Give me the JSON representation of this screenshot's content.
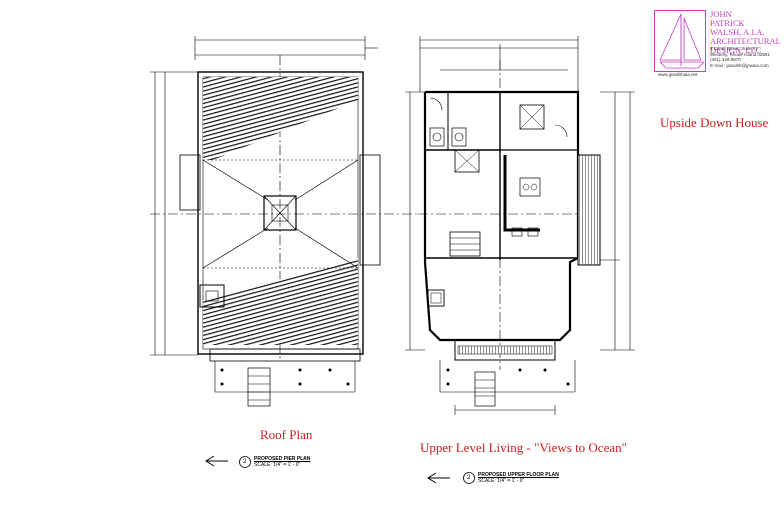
{
  "logo": {
    "firm_name": "JOHN\nPATRICK\nWALSH, A.I.A.\nARCHITECTURAL\nDESIGN, LLC",
    "address": "8 Canal Street, Suite #2\nWesterly, Rhode Island 02891\n(401) 348-9870\nE-mail : jpwalsh@jpwaia.com",
    "website": "www.jpwalshaia.net"
  },
  "project_title": "Upside Down House",
  "labels": {
    "roof_plan": "Roof Plan",
    "upper_level": "Upper Level Living - \"Views to Ocean\""
  },
  "drawing_titles": {
    "left": {
      "number": "2",
      "title": "PROPOSED PIER PLAN",
      "scale": "SCALE: 1/4\" = 1' - 0\""
    },
    "right": {
      "number": "2",
      "title": "PROPOSED UPPER FLOOR PLAN",
      "scale": "SCALE: 1/4\" = 1' - 0\""
    }
  },
  "colors": {
    "accent_red": "#cc1f1f",
    "logo_magenta": "#c43cc4",
    "ink": "#000000"
  }
}
